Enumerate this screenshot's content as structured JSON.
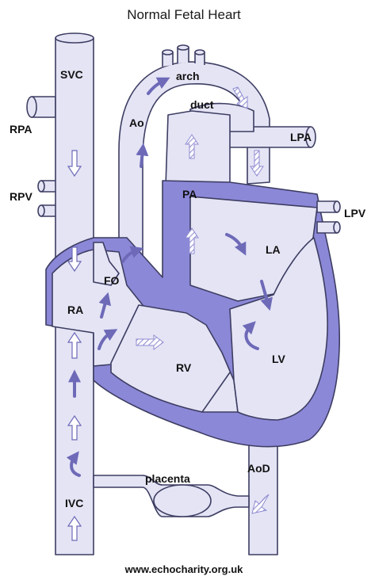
{
  "title": "Normal Fetal Heart",
  "labels": {
    "svc": "SVC",
    "arch": "arch",
    "ao": "Ao",
    "duct": "duct",
    "rpa": "RPA",
    "lpa": "LPA",
    "rpv": "RPV",
    "lpv": "LPV",
    "pa": "PA",
    "la": "LA",
    "fo": "FO",
    "ra": "RA",
    "rv": "RV",
    "lv": "LV",
    "aod": "AoD",
    "placenta": "placenta",
    "ivc": "IVC"
  },
  "credit": "www.echocharity.org.uk",
  "colors": {
    "vessel_fill": "#e4e4f5",
    "myocardium": "#8c88d8",
    "outline": "#3d3d62",
    "arrow_solid": "#6e6ab8",
    "arrow_hatched": "#b6b3e0"
  }
}
